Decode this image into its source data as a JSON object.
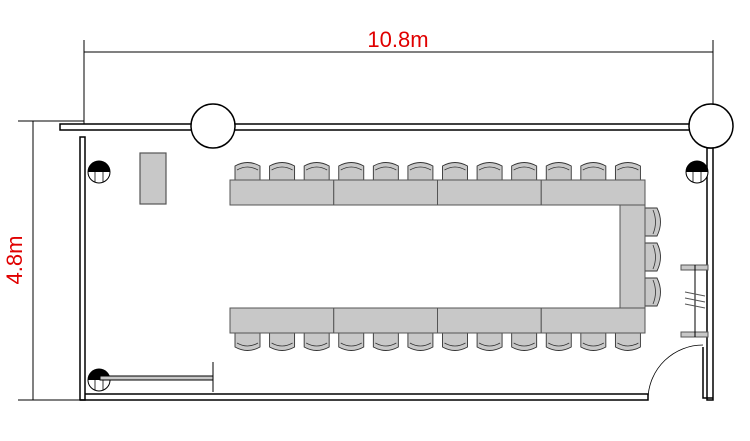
{
  "dimensions": {
    "width_label": "10.8m",
    "height_label": "4.8m"
  },
  "layout": {
    "table_segments_per_row": 4,
    "chairs_top_row": 12,
    "chairs_bottom_row": 12,
    "chairs_right_side": 3
  },
  "colors": {
    "dimension_text": "#e00000",
    "furniture_fill": "#c8c8c8",
    "line": "#000000"
  }
}
